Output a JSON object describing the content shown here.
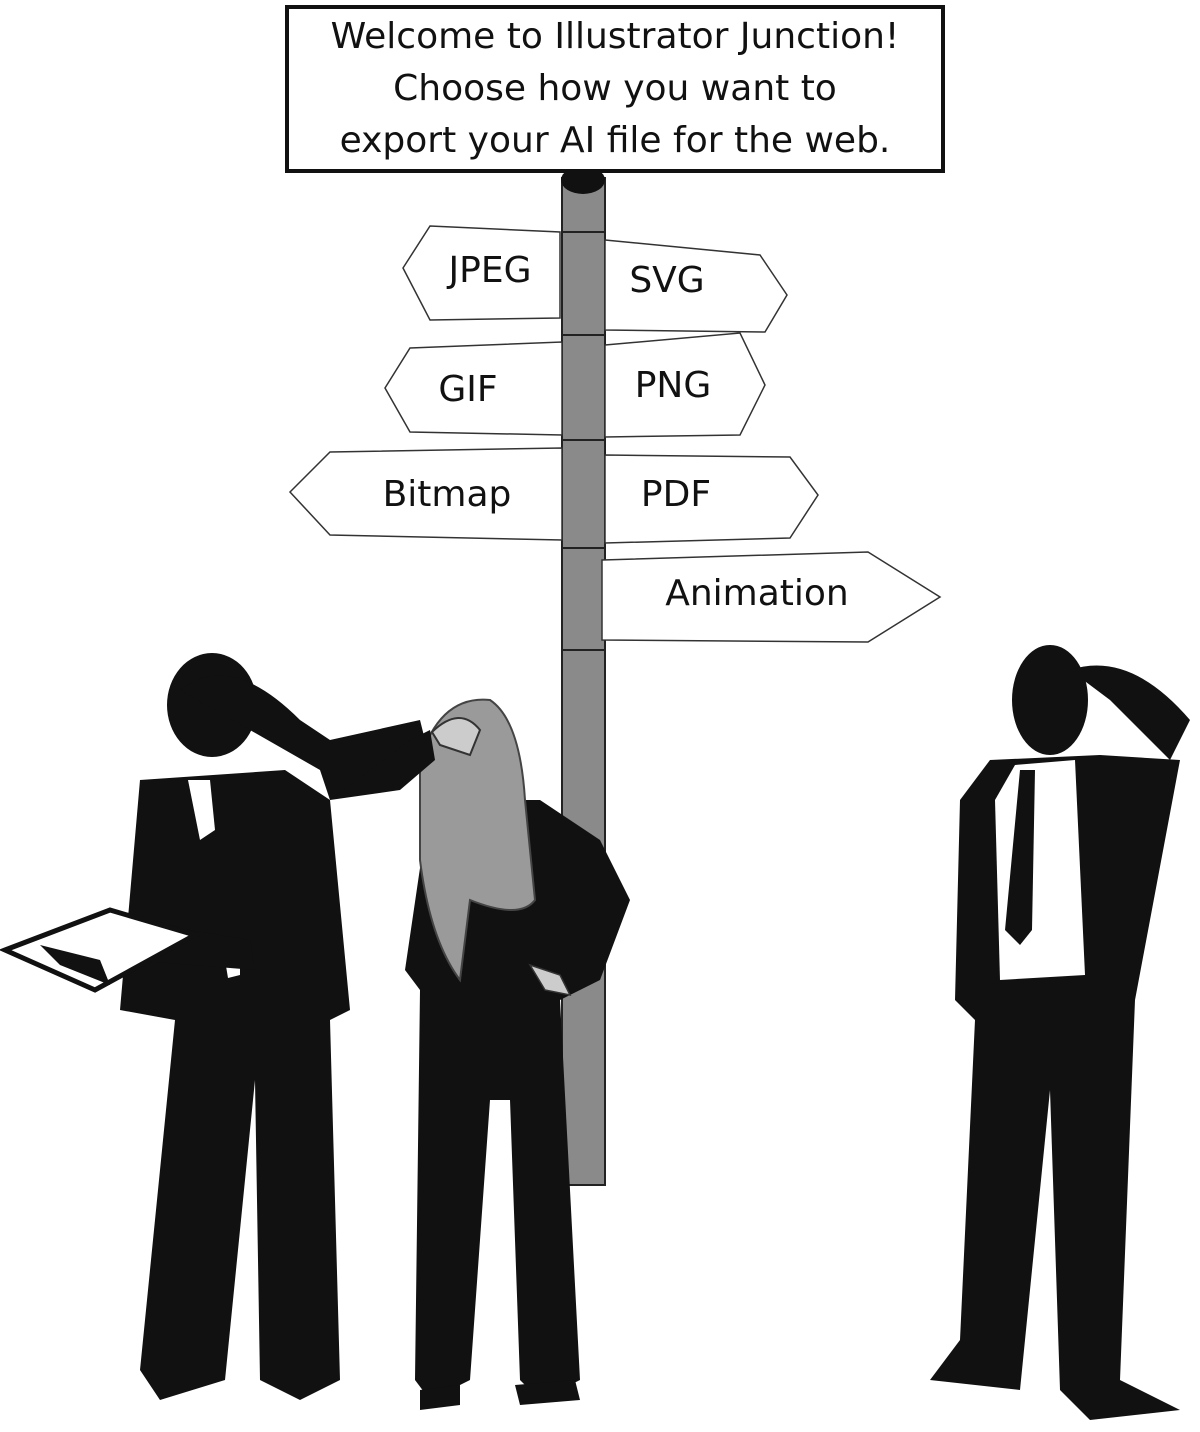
{
  "welcome_sign": {
    "lines": [
      "Welcome to Illustrator Junction!",
      "Choose how you want to",
      "export your AI file for the web."
    ]
  },
  "signs": [
    {
      "label": "JPEG",
      "direction": "left"
    },
    {
      "label": "SVG",
      "direction": "right"
    },
    {
      "label": "GIF",
      "direction": "left"
    },
    {
      "label": "PNG",
      "direction": "right"
    },
    {
      "label": "Bitmap",
      "direction": "left"
    },
    {
      "label": "PDF",
      "direction": "right"
    },
    {
      "label": "Animation",
      "direction": "right"
    }
  ],
  "colors": {
    "silhouette": "#111111",
    "pole": "#8a8a8a",
    "hair": "#9a9a9a",
    "background": "#ffffff"
  }
}
